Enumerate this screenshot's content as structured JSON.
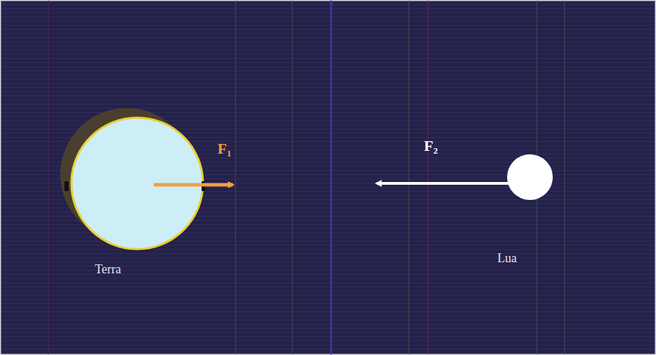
{
  "diagram": {
    "labels": [
      "F₁",
      "F₂",
      "Terra",
      "Lua"
    ]
  }
}
